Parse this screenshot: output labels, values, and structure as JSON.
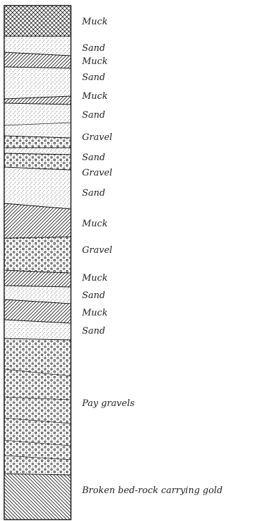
{
  "layers": [
    {
      "label": "Muck",
      "pattern": "crosshatch"
    },
    {
      "label": "Sand",
      "pattern": "sand"
    },
    {
      "label": "Muck",
      "pattern": "hatch"
    },
    {
      "label": "Sand",
      "pattern": "sand"
    },
    {
      "label": "Muck",
      "pattern": "hatch"
    },
    {
      "label": "Sand",
      "pattern": "sand"
    },
    {
      "label": "Gravel",
      "pattern": "gravel"
    },
    {
      "label": "Sand",
      "pattern": "sand"
    },
    {
      "label": "Gravel",
      "pattern": "gravel"
    },
    {
      "label": "Sand",
      "pattern": "sand"
    },
    {
      "label": "Muck",
      "pattern": "hatch"
    },
    {
      "label": "Gravel",
      "pattern": "gravel"
    },
    {
      "label": "Muck",
      "pattern": "hatch"
    },
    {
      "label": "Sand",
      "pattern": "sand"
    },
    {
      "label": "Muck",
      "pattern": "hatch"
    },
    {
      "label": "Sand",
      "pattern": "sand"
    },
    {
      "label": "Pay gravels",
      "pattern": "gravel"
    },
    {
      "label": "Broken bed-rock carrying gold",
      "pattern": "backhatch"
    }
  ]
}
